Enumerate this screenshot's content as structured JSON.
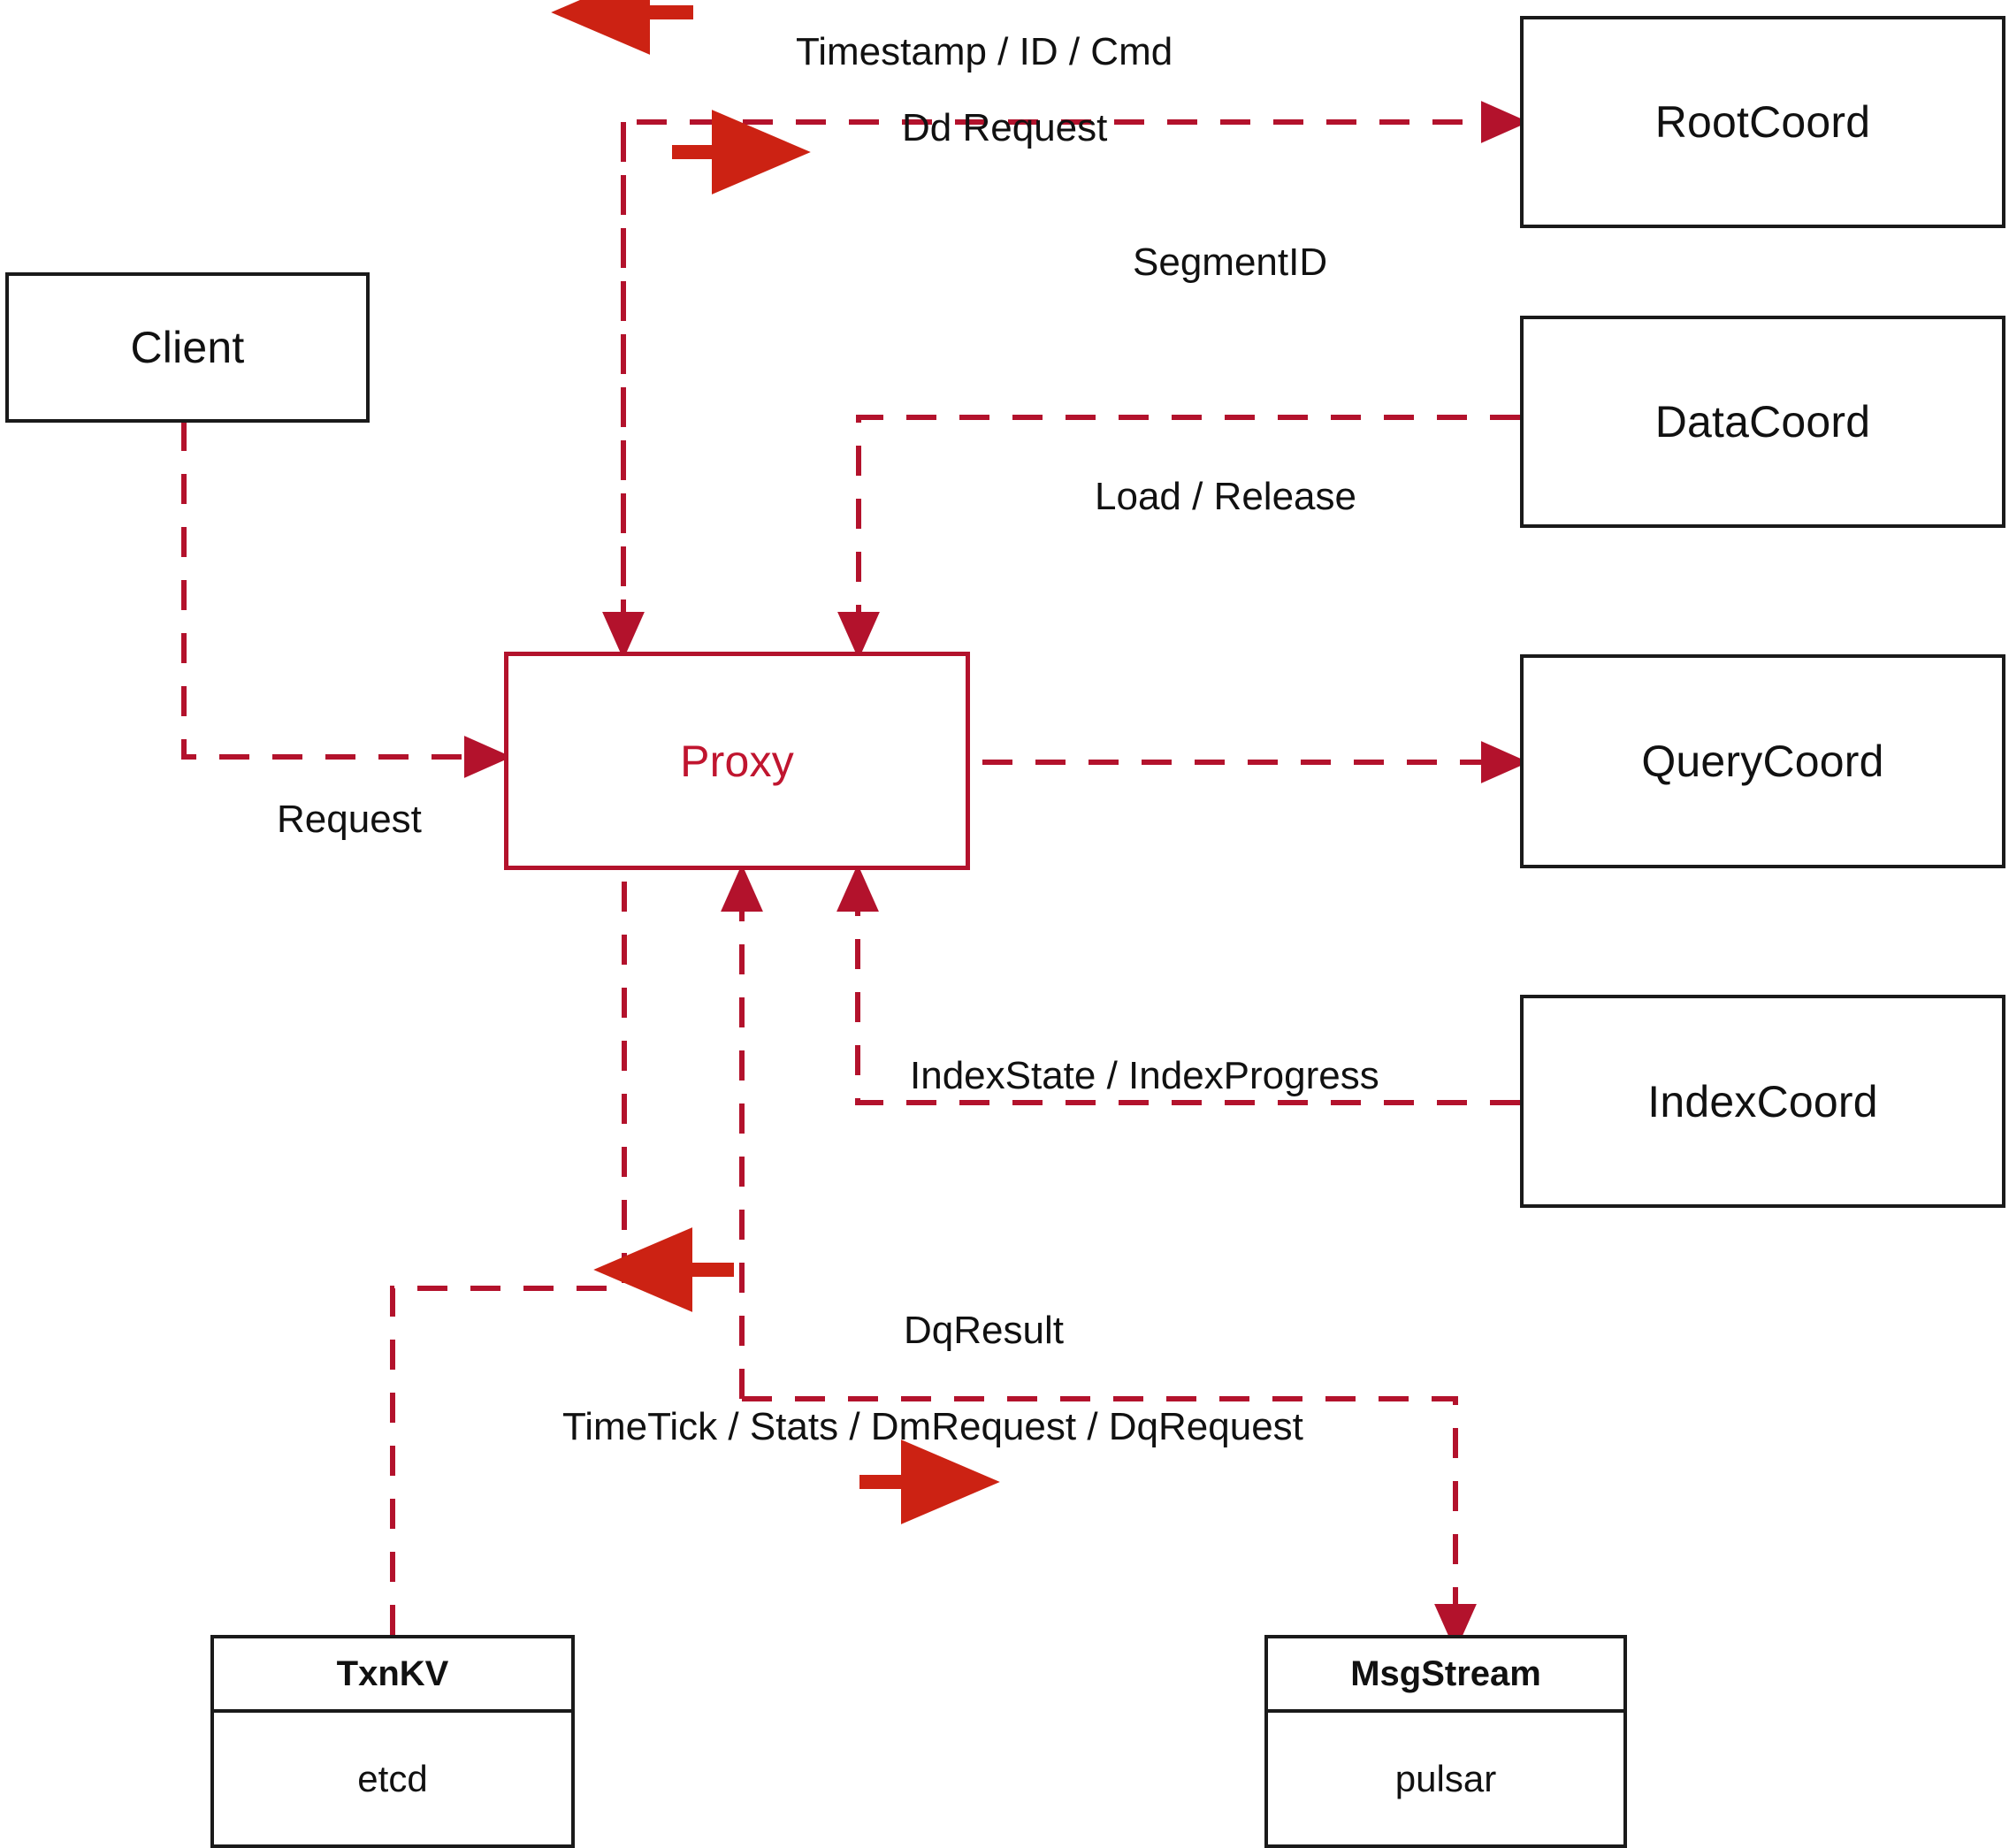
{
  "diagram": {
    "title": "Milvus Proxy interaction diagram",
    "colors": {
      "accent_red": "#b3122c",
      "arrow_red": "#cc2213",
      "node_border": "#1a1a1a",
      "background": "#ffffff"
    },
    "nodes": [
      {
        "id": "client",
        "label": "Client",
        "style": "black-box"
      },
      {
        "id": "proxy",
        "label": "Proxy",
        "style": "red-box"
      },
      {
        "id": "rootcoord",
        "label": "RootCoord",
        "style": "black-box"
      },
      {
        "id": "datacoord",
        "label": "DataCoord",
        "style": "black-box"
      },
      {
        "id": "querycoord",
        "label": "QueryCoord",
        "style": "black-box"
      },
      {
        "id": "indexcoord",
        "label": "IndexCoord",
        "style": "black-box"
      }
    ],
    "stack_nodes": [
      {
        "id": "txnkv",
        "header": "TxnKV",
        "body": "etcd"
      },
      {
        "id": "msgstream",
        "header": "MsgStream",
        "body": "pulsar"
      }
    ],
    "edge_labels": [
      {
        "id": "timestamp-id-cmd",
        "text": "Timestamp / ID / Cmd"
      },
      {
        "id": "dd-request",
        "text": "Dd Request"
      },
      {
        "id": "segmentid",
        "text": "SegmentID"
      },
      {
        "id": "load-release",
        "text": "Load / Release"
      },
      {
        "id": "request",
        "text": "Request"
      },
      {
        "id": "index-state",
        "text": "IndexState / IndexProgress"
      },
      {
        "id": "dq-result",
        "text": "DqResult"
      },
      {
        "id": "timetick-stats",
        "text": "TimeTick / Stats / DmRequest / DqRequest"
      }
    ]
  }
}
